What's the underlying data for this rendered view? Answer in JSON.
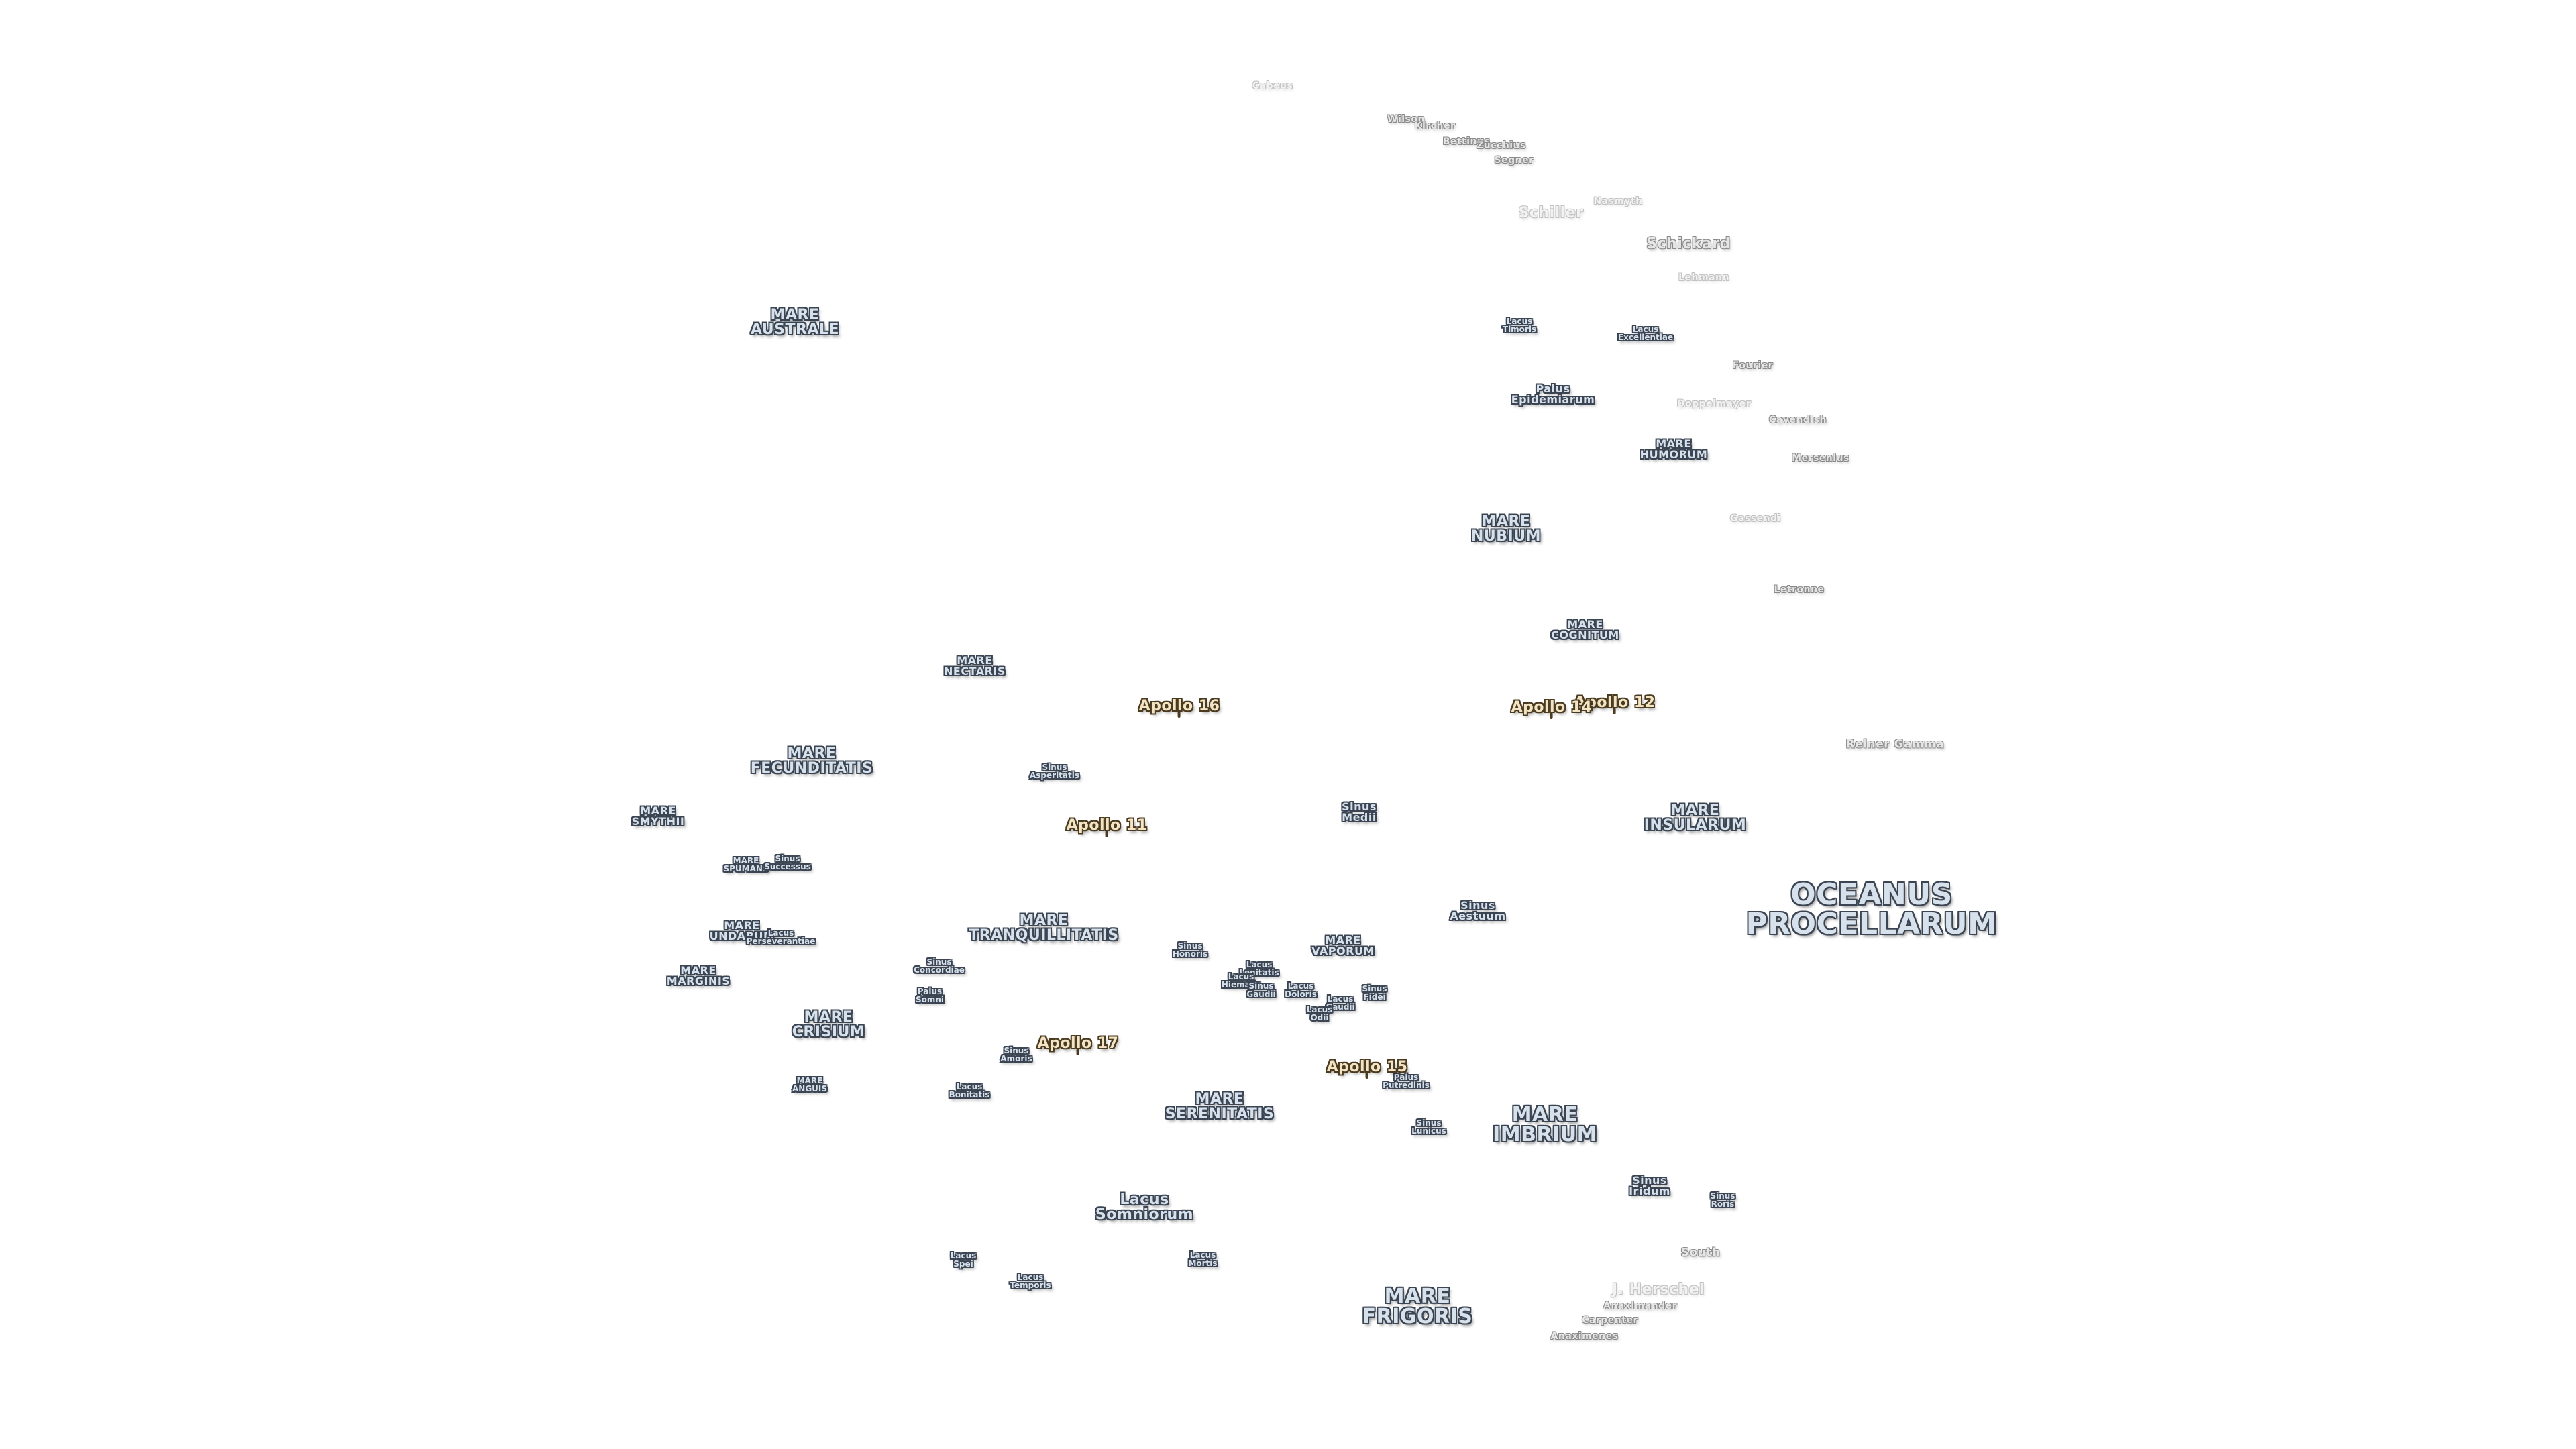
{
  "map": {
    "colors": {
      "background": "#ffffff",
      "sea_fill": "#d7e1ec",
      "sea_outline": "#3b4452",
      "crater_fill": "#e6e6e6",
      "crater_outline": "#8a8a8a",
      "apollo_fill": "#f3e4c4",
      "apollo_outline": "#4a3a20"
    },
    "labels": {
      "oceanus_procellarum": "OCEANUS\nPROCELLARUM",
      "mare_australe": "MARE\nAUSTRALE",
      "mare_nubium": "MARE\nNUBIUM",
      "mare_humorum": "MARE\nHUMORUM",
      "mare_cognitum": "MARE\nCOGNITUM",
      "mare_nectaris": "MARE\nNECTARIS",
      "mare_fecunditatis": "MARE\nFECUNDITATIS",
      "mare_smythii": "MARE\nSMYTHII",
      "mare_spumans": "MARE\nSPUMANS",
      "mare_undarum": "MARE\nUNDARUM",
      "mare_marginis": "MARE\nMARGINIS",
      "mare_crisium": "MARE\nCRISIUM",
      "mare_anguis": "MARE\nANGUIS",
      "mare_tranquillitatis": "MARE\nTRANQUILLITATIS",
      "mare_vaporum": "MARE\nVAPORUM",
      "mare_serenitatis": "MARE\nSERENITATIS",
      "mare_imbrium": "MARE\nIMBRIUM",
      "mare_frigoris": "MARE\nFRIGORIS",
      "mare_insularum": "MARE\nINSULARUM",
      "lacus_timoris": "Lacus\nTimoris",
      "lacus_excellentiae": "Lacus\nExcellentiae",
      "palus_epidemiarum": "Palus\nEpidemiarum",
      "sinus_asperitatis": "Sinus\nAsperitatis",
      "sinus_medii": "Sinus\nMedii",
      "sinus_aestuum": "Sinus\nAestuum",
      "sinus_successus": "Sinus\nSuccessus",
      "lacus_perseverantiae": "Lacus\nPerseverantiae",
      "sinus_concordiae": "Sinus\nConcordiae",
      "palus_somni": "Palus\nSomni",
      "sinus_amoris": "Sinus\nAmoris",
      "lacus_bonitatis": "Lacus\nBonitatis",
      "sinus_honoris": "Sinus\nHonoris",
      "lacus_lenitatis": "Lacus\nLenitatis",
      "lacus_hiemalis": "Lacus\nHiemalis",
      "sinus_gaudii": "Sinus\nGaudii",
      "lacus_doloris": "Lacus\nDoloris",
      "lacus_gaudii": "Lacus\nGaudii",
      "lacus_odii": "Lacus\nOdii",
      "sinus_fidei": "Sinus\nFidei",
      "palus_putredinis": "Palus\nPutredinis",
      "sinus_lunicus": "Sinus\nLunicus",
      "sinus_iridum": "Sinus\nIridum",
      "sinus_roris": "Sinus\nRoris",
      "lacus_somniorum": "Lacus\nSomniorum",
      "lacus_mortis": "Lacus\nMortis",
      "lacus_spei": "Lacus\nSpei",
      "lacus_temporis": "Lacus\nTemporis",
      "cabeus": "Cabeus",
      "wilson": "Wilson",
      "kircher": "Kircher",
      "bettinus": "Bettinus",
      "zucchius": "Zucchius",
      "segner": "Segner",
      "schiller": "Schiller",
      "nasmyth": "Nasmyth",
      "schickard": "Schickard",
      "lehmann": "Lehmann",
      "fourier": "Fourier",
      "doppelmayer": "Doppelmayer",
      "cavendish": "Cavendish",
      "mersenius": "Mersenius",
      "gassendi": "Gassendi",
      "letronne": "Letronne",
      "reiner_gamma": "Reiner Gamma",
      "south": "South",
      "j_herschel": "J. Herschel",
      "anaximander": "Anaximander",
      "carpenter": "Carpenter",
      "anaximenes": "Anaximenes",
      "apollo_11": "Apollo 11",
      "apollo_12": "Apollo 12",
      "apollo_14": "Apollo 14",
      "apollo_15": "Apollo 15",
      "apollo_16": "Apollo 16",
      "apollo_17": "Apollo 17"
    }
  }
}
